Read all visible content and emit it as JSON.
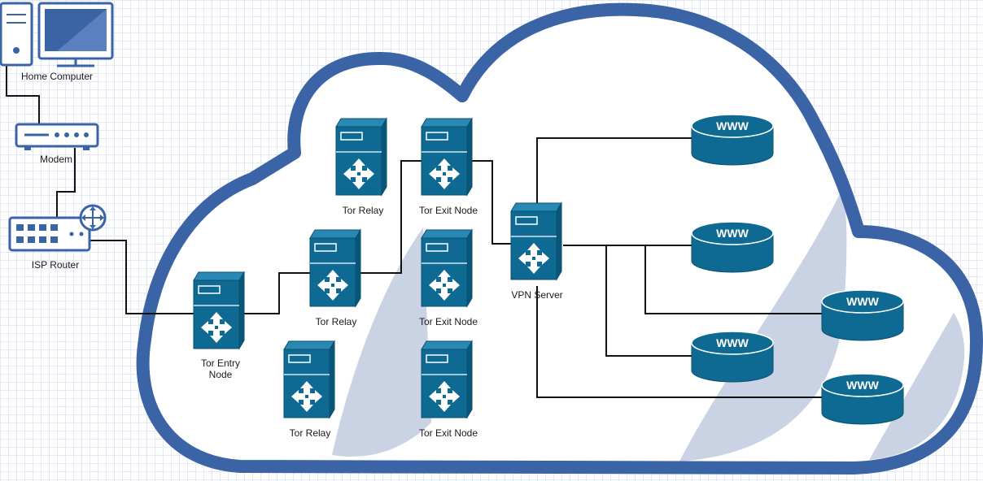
{
  "colors": {
    "cloud_outline": "#3a64a6",
    "cloud_shadow": "#c9d3e3",
    "device_fill": "#0e6a93",
    "device_stroke": "#0a4f6e",
    "icon_outline": "#3a64a6"
  },
  "nodes": {
    "home_computer": {
      "label": "Home Computer",
      "icon": "desktop-computer-icon"
    },
    "modem": {
      "label": "Modem",
      "icon": "modem-icon"
    },
    "isp_router": {
      "label": "ISP Router",
      "icon": "router-switch-icon"
    },
    "tor_entry": {
      "label_line1": "Tor Entry",
      "label_line2": "Node"
    },
    "tor_relay_1": {
      "label": "Tor Relay"
    },
    "tor_relay_2": {
      "label": "Tor Relay"
    },
    "tor_relay_3": {
      "label": "Tor Relay"
    },
    "tor_exit_1": {
      "label": "Tor Exit Node"
    },
    "tor_exit_2": {
      "label": "Tor Exit Node"
    },
    "tor_exit_3": {
      "label": "Tor Exit Node"
    },
    "vpn_server": {
      "label": "VPN Server"
    }
  },
  "websites": [
    {
      "label": "WWW"
    },
    {
      "label": "WWW"
    },
    {
      "label": "WWW"
    },
    {
      "label": "WWW"
    },
    {
      "label": "WWW"
    }
  ]
}
